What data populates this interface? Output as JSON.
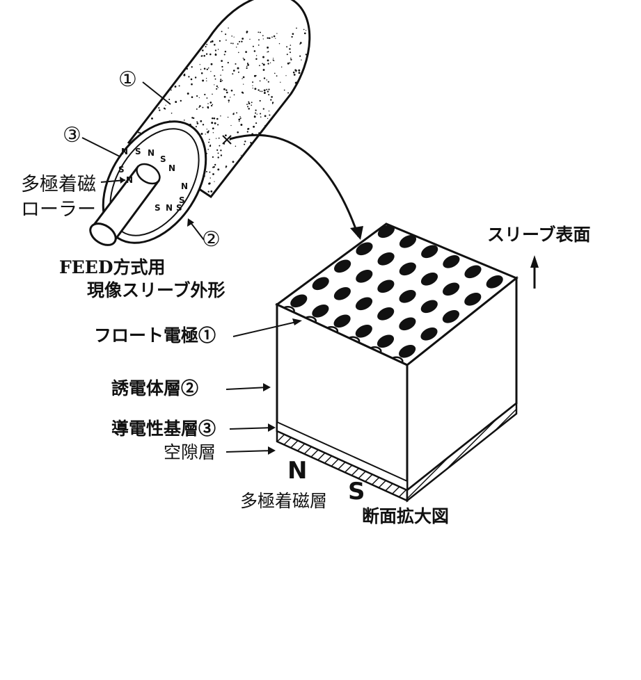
{
  "roller": {
    "callout_1": "①",
    "callout_2": "②",
    "callout_3": "③",
    "magnet_label_line1": "多極着磁",
    "magnet_label_line2": "ローラー",
    "pole_N": "N",
    "pole_S": "S",
    "caption_line1": "FEED方式用",
    "caption_line2": "現像スリーブ外形"
  },
  "section": {
    "surface_label": "スリーブ表面",
    "float_electrode": "フロート電極①",
    "dielectric_layer": "誘電体層②",
    "conductive_base": "導電性基層③",
    "air_gap": "空隙層",
    "magnet_layer": "多極着磁層",
    "pole_N": "N",
    "pole_S": "S",
    "caption": "断面拡大図"
  }
}
